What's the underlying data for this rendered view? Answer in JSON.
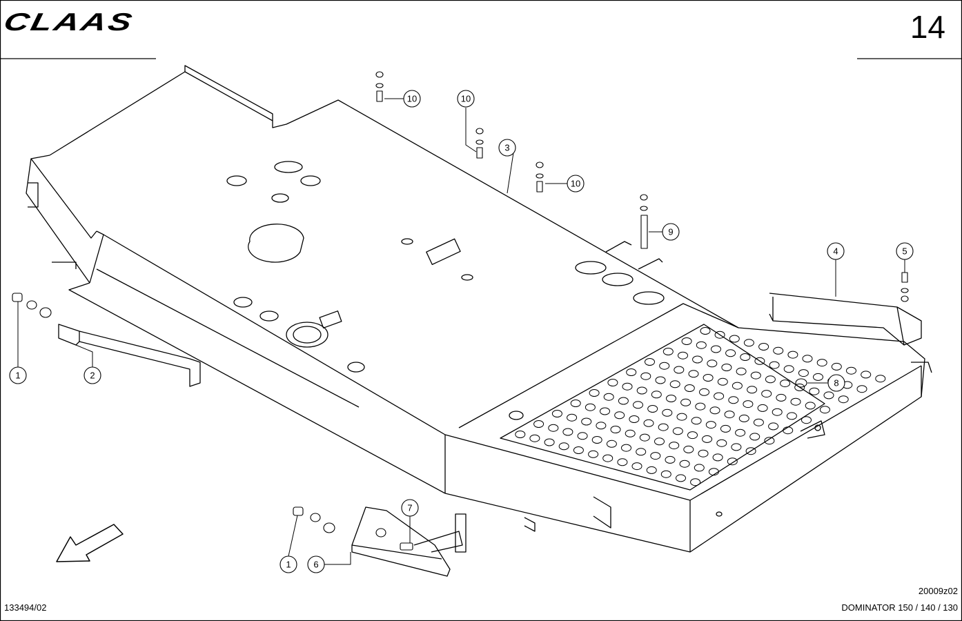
{
  "header": {
    "brand": "CLAAS",
    "page_number": "14"
  },
  "footer": {
    "doc_number": "133494/02",
    "drawing_code": "20009z02",
    "model": "DOMINATOR 150 / 140 / 130"
  },
  "callouts": [
    {
      "id": "c1a",
      "label": "1"
    },
    {
      "id": "c2",
      "label": "2"
    },
    {
      "id": "c3",
      "label": "3"
    },
    {
      "id": "c4",
      "label": "4"
    },
    {
      "id": "c5",
      "label": "5"
    },
    {
      "id": "c6",
      "label": "6"
    },
    {
      "id": "c1b",
      "label": "1"
    },
    {
      "id": "c7",
      "label": "7"
    },
    {
      "id": "c8",
      "label": "8"
    },
    {
      "id": "c9",
      "label": "9"
    },
    {
      "id": "c10a",
      "label": "10"
    },
    {
      "id": "c10b",
      "label": "10"
    },
    {
      "id": "c10c",
      "label": "10"
    }
  ]
}
